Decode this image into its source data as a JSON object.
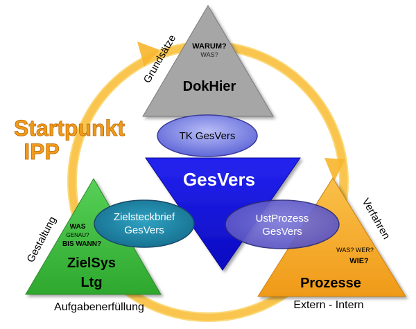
{
  "colors": {
    "ring": "#F7B52C",
    "ring_light": "#FBD97A",
    "top_triangle": "#A6A6A6",
    "center_triangle": "#1515E6",
    "left_triangle": "#3FBF3F",
    "right_triangle": "#F6A623",
    "ellipse_blue": "#7F86E8",
    "ellipse_teal": "#1C8CB0",
    "startpunkt_text": "#F29A1A",
    "white_text": "#FFFFFF",
    "black_text": "#000000"
  },
  "top": {
    "question_main": "WARUM?",
    "question_sub": "WAS?",
    "title": "DokHier",
    "arc_label": "Grundsätze"
  },
  "center": {
    "title": "GesVers"
  },
  "ellipse_top": {
    "label": "TK GesVers"
  },
  "ellipse_left": {
    "line1": "Zielsteckbrief",
    "line2": "GesVers"
  },
  "ellipse_right": {
    "line1": "UstProzess",
    "line2": "GesVers"
  },
  "left": {
    "q1": "WAS",
    "q2": "GENAU?",
    "q3": "BIS WANN?",
    "title_line1": "ZielSys",
    "title_line2": "Ltg",
    "arc_label": "Gestaltung",
    "bottom_label": "Aufgabenerfüllung"
  },
  "right": {
    "q1": "WAS? WER?",
    "q2": "WIE?",
    "title": "Prozesse",
    "arc_label": "Verfahren",
    "bottom_label": "Extern - Intern"
  },
  "startpunkt": {
    "line1": "Startpunkt",
    "line2": "IPP"
  }
}
